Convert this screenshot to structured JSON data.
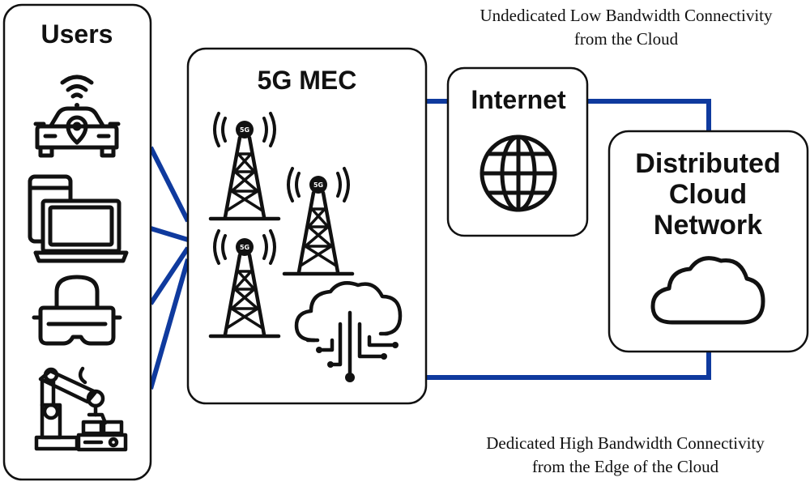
{
  "users": {
    "title": "Users"
  },
  "mec": {
    "title": "5G MEC",
    "tower_label": "5G"
  },
  "internet": {
    "title": "Internet"
  },
  "cloud": {
    "title_lines": [
      "Distributed",
      "Cloud",
      "Network"
    ]
  },
  "captions": {
    "top": [
      "Undedicated Low Bandwidth Connectivity",
      "from the Cloud"
    ],
    "bottom": [
      "Dedicated High Bandwidth Connectivity",
      "from the Edge of the Cloud"
    ]
  },
  "icons": [
    "connected-car-icon",
    "devices-icon",
    "vr-headset-icon",
    "robot-arm-icon",
    "cell-tower-icon",
    "edge-cloud-icon",
    "globe-icon",
    "cloud-icon"
  ],
  "colors": {
    "link": "#0f3a9e",
    "outline": "#111111"
  }
}
